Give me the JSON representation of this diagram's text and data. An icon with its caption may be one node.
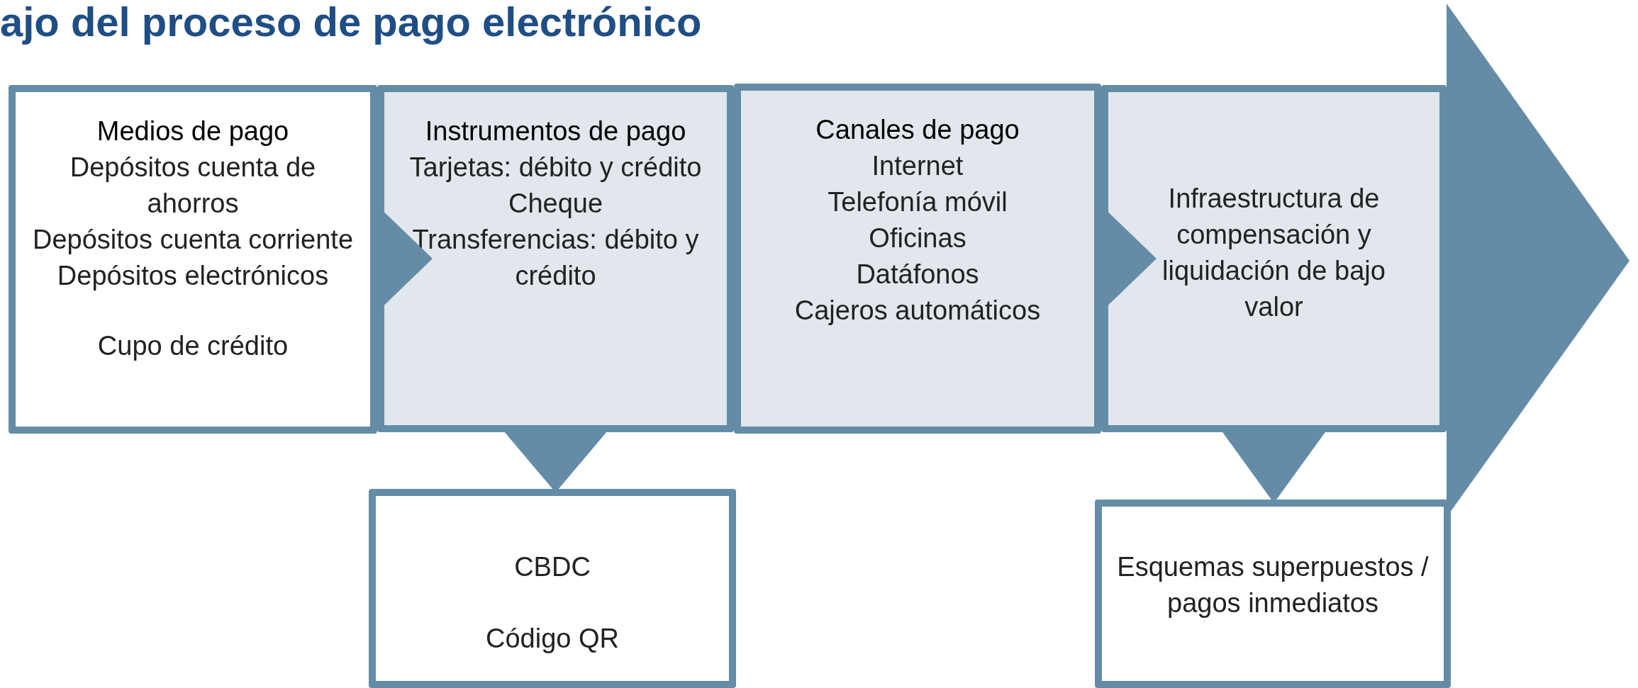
{
  "diagram": {
    "title": "ajo del proceso de pago electrónico",
    "nodes": [
      {
        "text": [
          "Medios de pago",
          "Depósitos cuenta de ahorros",
          "Depósitos cuenta corriente",
          "Depósitos electrónicos",
          "Cupo de crédito"
        ]
      },
      {
        "text": [
          "Instrumentos de pago",
          "Tarjetas: débito y crédito",
          "Cheque",
          "Transferencias: débito y crédito"
        ]
      },
      {
        "text": [
          "Canales de pago",
          "Internet",
          "Telefonía móvil",
          "Oficinas",
          "Datáfonos",
          "Cajeros automáticos"
        ]
      },
      {
        "text": [
          "Infraestructura de compensación y liquidación de bajo valor"
        ]
      },
      {
        "text": [
          "CBDC",
          "Código QR"
        ]
      },
      {
        "text": [
          "Esquemas superpuestos / pagos inmediatos"
        ]
      }
    ],
    "edges": [
      {
        "from": 0,
        "to": 1,
        "arrow": "to"
      },
      {
        "from": 2,
        "to": 3,
        "arrow": "to"
      },
      {
        "from": 1,
        "to": 4,
        "arrow": "to"
      },
      {
        "from": 3,
        "to": 5,
        "arrow": "to"
      }
    ]
  }
}
